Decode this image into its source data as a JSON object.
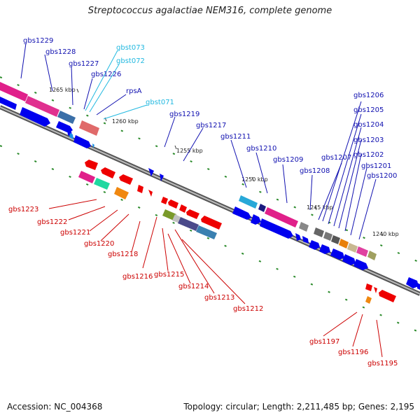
{
  "title": "Streptococcus agalactiae NEM316, complete genome",
  "footer": {
    "accession": "Accession: NC_004368",
    "summary": "Topology: circular; Length: 2,211,485 bp; Genes: 2,195"
  },
  "colors": {
    "label_blue": "#1010b0",
    "label_cyan": "#20b8e0",
    "label_red": "#cc0000",
    "forward_strand": "#0000ee",
    "reverse_strand": "#ee0000",
    "tick_green": "#2a8a2a",
    "backbone": "#888888"
  },
  "ticks": [
    {
      "label": "1265 kbp"
    },
    {
      "label": "1260 kbp"
    },
    {
      "label": "1255 kbp"
    },
    {
      "label": "1250 kbp"
    },
    {
      "label": "1245 kbp"
    },
    {
      "label": "1240 kbp"
    }
  ],
  "gene_labels": {
    "top": [
      "gbs1229",
      "gbs1228",
      "gbs1227",
      "gbs1226",
      "gbst073",
      "gbst072",
      "rpsA",
      "gbst071",
      "gbs1219",
      "gbs1217",
      "gbs1211",
      "gbs1210",
      "gbs1209",
      "gbs1208",
      "gbs1207",
      "gbs1206",
      "gbs1205",
      "gbs1204",
      "gbs1203",
      "gbs1202",
      "gbs1201",
      "gbs1200"
    ],
    "bottom": [
      "gbs1223",
      "gbs1222",
      "gbs1221",
      "gbs1220",
      "gbs1218",
      "gbs1216",
      "gbs1215",
      "gbs1214",
      "gbs1213",
      "gbs1212",
      "gbs1197",
      "gbs1196",
      "gbs1195"
    ]
  }
}
